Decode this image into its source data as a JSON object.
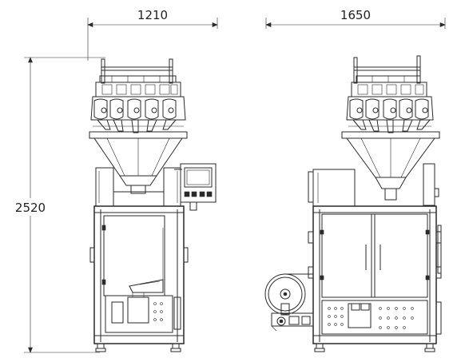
{
  "dimensions": {
    "side_width": "1210",
    "front_width": "1650",
    "height": "2520"
  }
}
